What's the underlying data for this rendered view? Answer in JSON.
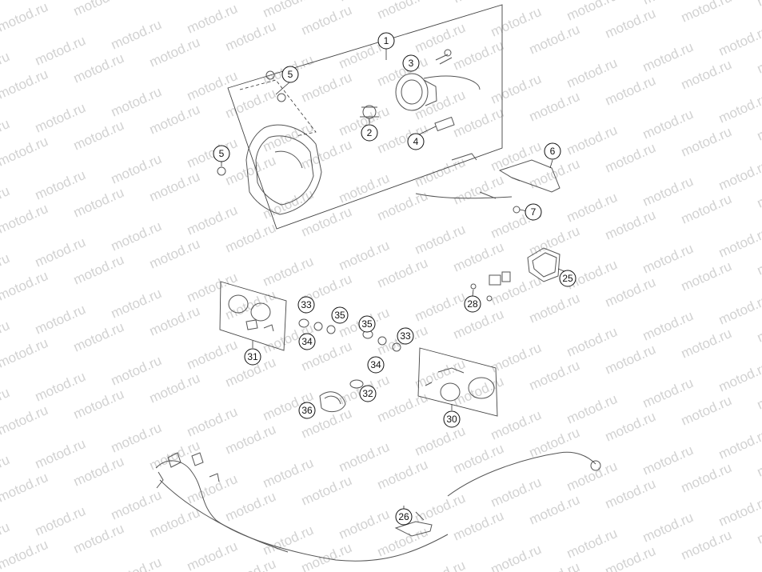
{
  "watermark": {
    "text": "motod.ru"
  },
  "callouts": [
    {
      "id": "c1",
      "label": "1"
    },
    {
      "id": "c2",
      "label": "2"
    },
    {
      "id": "c3",
      "label": "3"
    },
    {
      "id": "c4",
      "label": "4"
    },
    {
      "id": "c5a",
      "label": "5"
    },
    {
      "id": "c5b",
      "label": "5"
    },
    {
      "id": "c6",
      "label": "6"
    },
    {
      "id": "c7",
      "label": "7"
    },
    {
      "id": "c25",
      "label": "25"
    },
    {
      "id": "c26",
      "label": "26"
    },
    {
      "id": "c28",
      "label": "28"
    },
    {
      "id": "c30",
      "label": "30"
    },
    {
      "id": "c31",
      "label": "31"
    },
    {
      "id": "c32",
      "label": "32"
    },
    {
      "id": "c33a",
      "label": "33"
    },
    {
      "id": "c33b",
      "label": "33"
    },
    {
      "id": "c34a",
      "label": "34"
    },
    {
      "id": "c34b",
      "label": "34"
    },
    {
      "id": "c35a",
      "label": "35"
    },
    {
      "id": "c35b",
      "label": "35"
    },
    {
      "id": "c36",
      "label": "36"
    }
  ]
}
